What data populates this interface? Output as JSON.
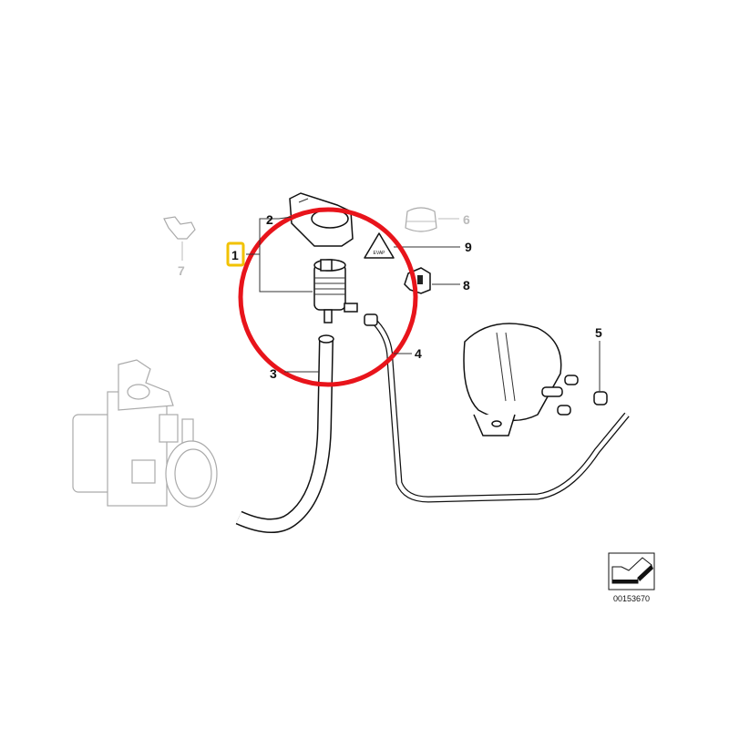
{
  "diagram": {
    "highlighted_label": "1",
    "labels": {
      "p1": "1",
      "p2": "2",
      "p3": "3",
      "p4": "4",
      "p5": "5",
      "p6": "6",
      "p7": "7",
      "p8": "8",
      "p9": "9"
    },
    "warning_symbol_text": "EVAP",
    "diagram_number": "00153670"
  },
  "colors": {
    "highlight_circle": "#e8141b",
    "highlight_box": "#f2c200",
    "inactive_label": "#bbbbbb"
  }
}
